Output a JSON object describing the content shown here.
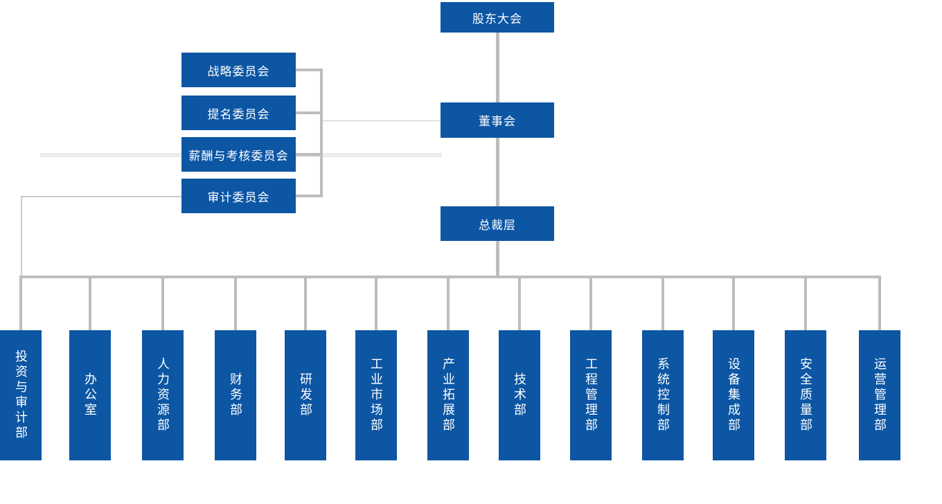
{
  "org": {
    "shareholders": "股东大会",
    "board": "董事会",
    "president": "总裁层",
    "committees": [
      "战略委员会",
      "提名委员会",
      "薪酬与考核委员会",
      "审计委员会"
    ],
    "departments": [
      "投资与审计部",
      "办公室",
      "人力资源部",
      "财务部",
      "研发部",
      "工业市场部",
      "产业拓展部",
      "技术部",
      "工程管理部",
      "系统控制部",
      "设备集成部",
      "安全质量部",
      "运营管理部"
    ],
    "colors": {
      "box_fill": "#0C56A4",
      "line": "#BDBDBD",
      "thin_line": "#C9C9C9",
      "text": "#FFFFFF",
      "background": "#FFFFFF"
    }
  }
}
